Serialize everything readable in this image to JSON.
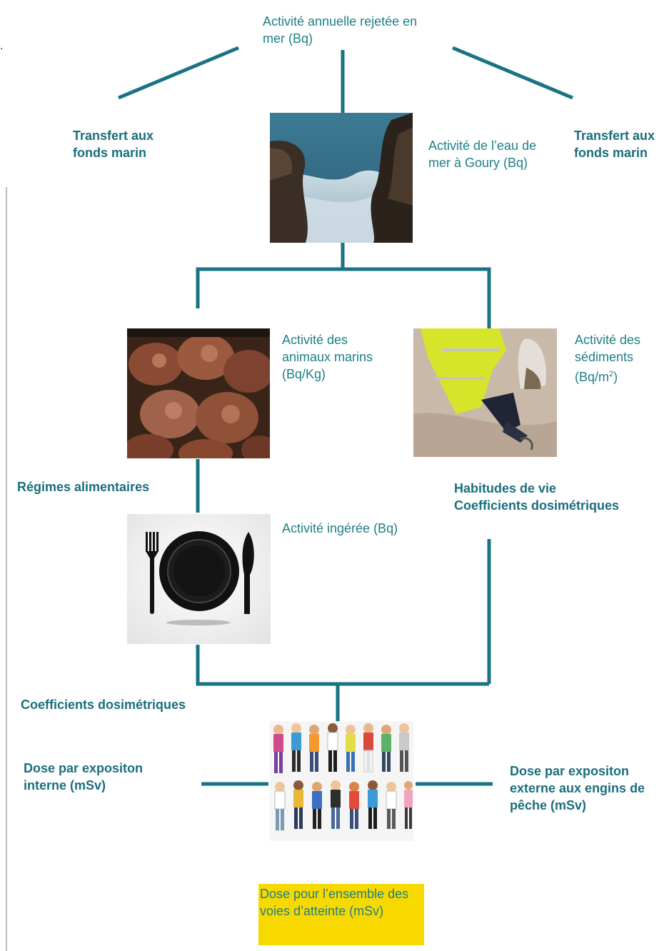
{
  "colors": {
    "line": "#1a7384",
    "text": "#1f7f86",
    "bold": "#1a6e7c",
    "highlight": "#f7d900"
  },
  "top_label": "Activité annuelle rejetée en mer (Bq)",
  "stray_char": ".",
  "seabed_left": "Transfert aux fonds marin",
  "seabed_right": "Transfert aux fonds marin",
  "seawater_label": "Activité de l’eau de mer à Goury (Bq)",
  "marine_animals_label": "Activité des animaux marins (Bq/Kg)",
  "sediments_label_main": "Activité des sédiments (Bq/m",
  "sediments_sup": "2",
  "sediments_close": ")",
  "diet_label": "Régimes alimentaires",
  "lifestyle_line1": "Habitudes de vie",
  "lifestyle_line2": "Coefficients dosimétriques",
  "ingested_label": "Activité ingérée (Bq)",
  "dose_coeff_label": "Coefficients dosimétriques",
  "internal_dose_label": "Dose par expositon interne (mSv)",
  "external_dose_label": "Dose par expositon externe aux engins de pêche (mSv)",
  "total_dose_label": "Dose pour l’ensemble des voies d’atteinte (mSv)"
}
